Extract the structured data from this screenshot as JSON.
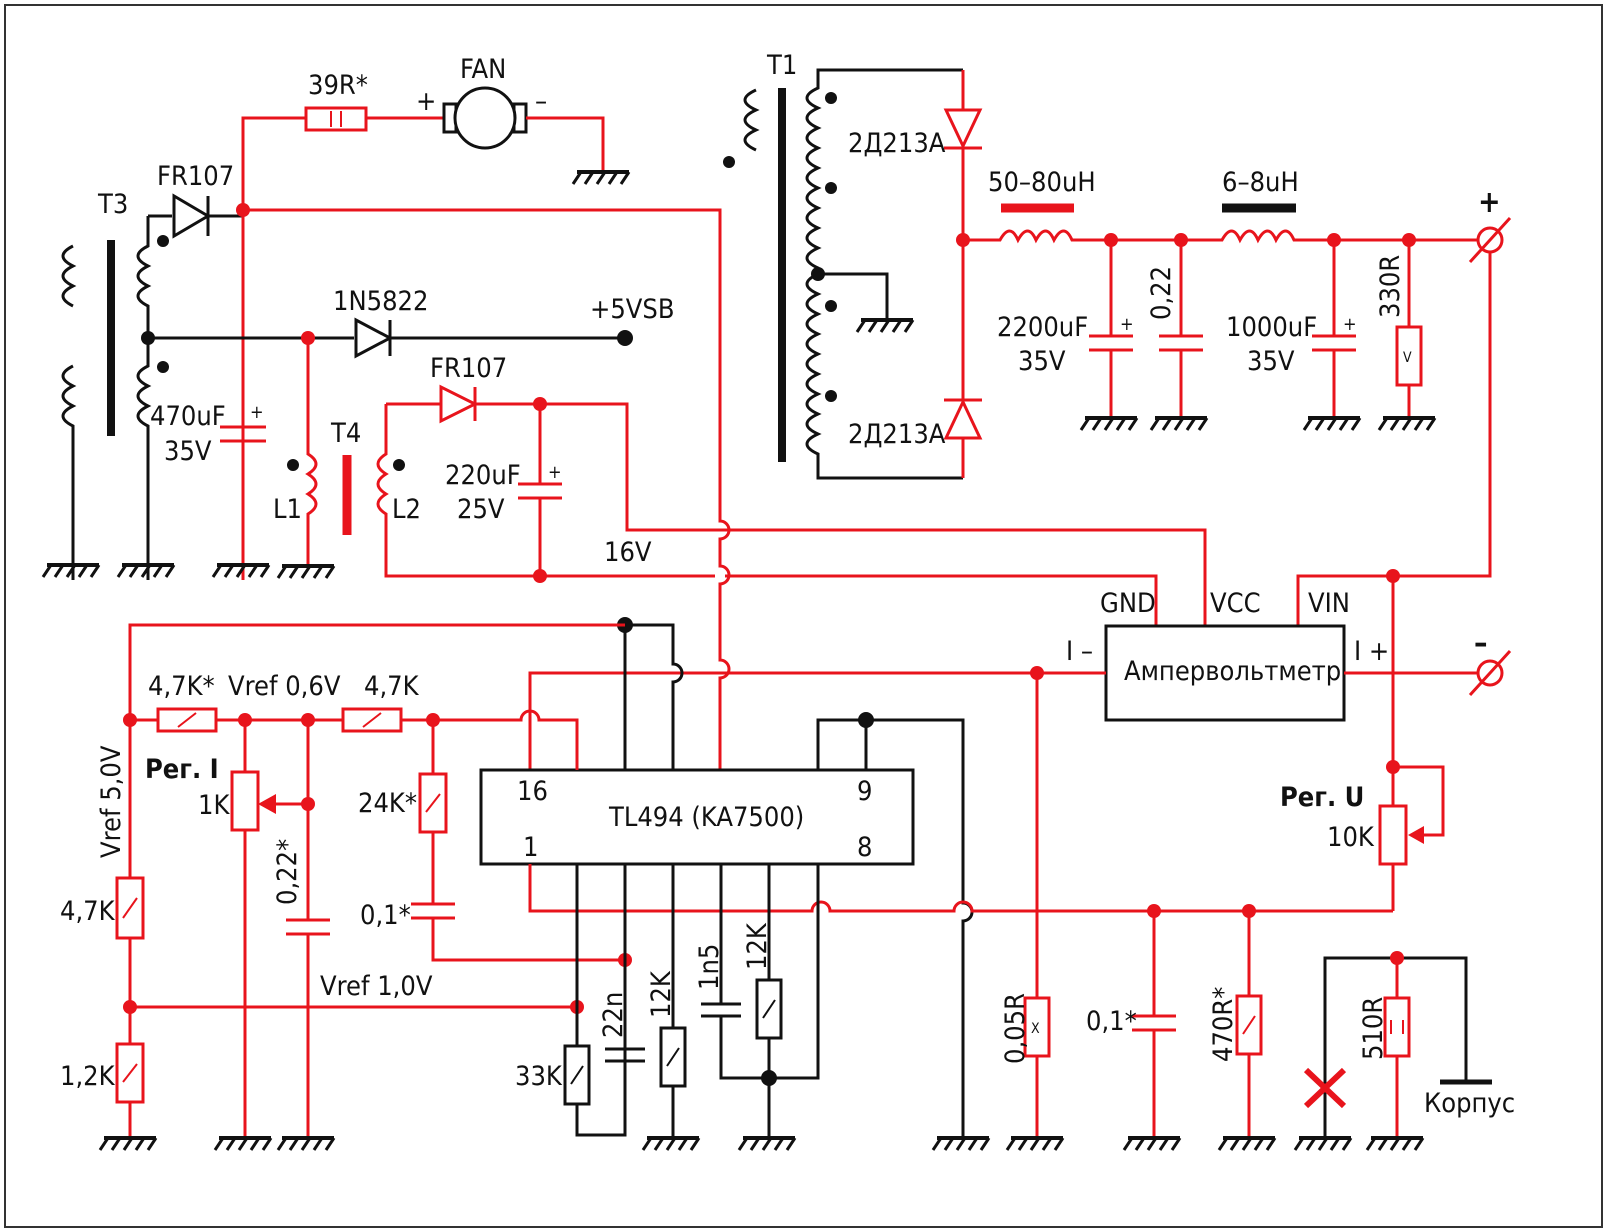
{
  "colors": {
    "power_path": "#e8141c",
    "signal_path": "#111111",
    "background": "#ffffff"
  },
  "components": {
    "t3": "T3",
    "t1": "T1",
    "t4": "T4",
    "l1": "L1",
    "l2": "L2",
    "d_fr107_top": "FR107",
    "d_1n5822": "1N5822",
    "d_fr107_mid": "FR107",
    "r_39": "39R*",
    "fan": "FAN",
    "fan_plus": "+",
    "fan_minus": "–",
    "c_470": "470uF",
    "c_470_v": "35V",
    "c_220": "220uF",
    "c_220_v": "25V",
    "vsb": "+5VSB",
    "v16": "16V",
    "d_2d213_top": "2Д213А",
    "d_2d213_bot": "2Д213А",
    "l_50_80": "50–80uH",
    "l_6_8": "6–8uH",
    "c_2200": "2200uF",
    "c_2200_v": "35V",
    "c_022_top": "0,22",
    "c_1000": "1000uF",
    "c_1000_v": "35V",
    "r_330": "330R",
    "r_330_mark": "V",
    "out_plus": "+",
    "out_minus": "–",
    "mod_gnd": "GND",
    "mod_vcc": "VCC",
    "mod_vin": "VIN",
    "mod_i_minus": "I –",
    "mod_i_plus": "I +",
    "meter": "Ампервольтметр",
    "r_47k_star": "4,7K*",
    "vref06": "Vref 0,6V",
    "r_47k_b": "4,7K",
    "reg_i": "Рег. I",
    "pot_1k": "1K",
    "vref50": "Vref 5,0V",
    "r_47k_v": "4,7K",
    "r_12k_v": "1,2K",
    "c_022_star": "0,22*",
    "r_24k": "24K*",
    "c_01_star_l": "0,1*",
    "vref10": "Vref 1,0V",
    "tl494": "TL494 (KA7500)",
    "pin16": "16",
    "pin9": "9",
    "pin1": "1",
    "pin8": "8",
    "r_33k": "33K",
    "c_22n": "22n",
    "r_12k_a": "12K",
    "c_1n5": "1n5",
    "r_12k_b": "12K",
    "reg_u": "Рег. U",
    "pot_10k": "10K",
    "r_005": "0,05R",
    "r_005_mark": "X",
    "c_01_star_r": "0,1*",
    "r_470": "470R*",
    "r_510": "510R",
    "korpus": "Корпус",
    "rm_star": "*"
  }
}
